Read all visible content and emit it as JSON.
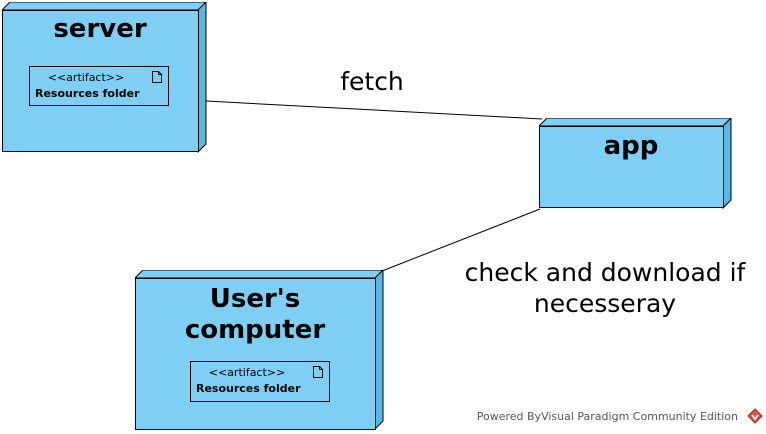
{
  "diagram": {
    "nodes": {
      "server": {
        "label": "server",
        "artifact": {
          "stereotype": "<<artifact>>",
          "name": "Resources folder"
        }
      },
      "app": {
        "label": "app"
      },
      "users_computer": {
        "label_line1": "User's",
        "label_line2": "computer",
        "artifact": {
          "stereotype": "<<artifact>>",
          "name": "Resources folder"
        }
      }
    },
    "edges": {
      "server_app": {
        "label": "fetch"
      },
      "app_computer": {
        "label_line1": "check and download if",
        "label_line2": "necesseray"
      }
    }
  },
  "footer": {
    "text": "Powered ByVisual Paradigm Community Edition"
  },
  "colors": {
    "node_fill": "#7ecff3",
    "node_side": "#5bb7e2",
    "border": "#000000",
    "logo": "#d9534f"
  }
}
